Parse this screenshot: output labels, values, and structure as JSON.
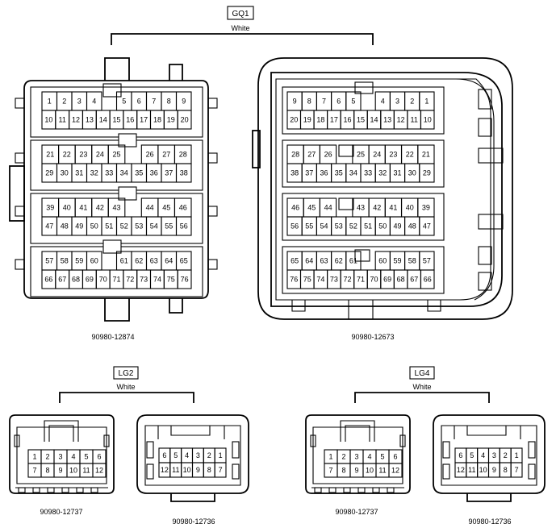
{
  "groups": [
    {
      "id": "GQ1",
      "color": "White"
    },
    {
      "id": "LG2",
      "color": "White"
    },
    {
      "id": "LG4",
      "color": "White"
    }
  ],
  "part_numbers": {
    "gq1_left": "90980-12874",
    "gq1_right": "90980-12673",
    "lg2_left": "90980-12737",
    "lg2_right": "90980-12736",
    "lg4_left": "90980-12737",
    "lg4_right": "90980-12736"
  },
  "gq1_left_rows": [
    [
      "1",
      "2",
      "3",
      "4",
      "",
      "5",
      "6",
      "7",
      "8",
      "9"
    ],
    [
      "10",
      "11",
      "12",
      "13",
      "14",
      "15",
      "16",
      "17",
      "18",
      "19",
      "20"
    ],
    [
      "21",
      "22",
      "23",
      "24",
      "25",
      "",
      "26",
      "27",
      "28"
    ],
    [
      "29",
      "30",
      "31",
      "32",
      "33",
      "34",
      "35",
      "36",
      "37",
      "38"
    ],
    [
      "39",
      "40",
      "41",
      "42",
      "43",
      "",
      "44",
      "45",
      "46"
    ],
    [
      "47",
      "48",
      "49",
      "50",
      "51",
      "52",
      "53",
      "54",
      "55",
      "56"
    ],
    [
      "57",
      "58",
      "59",
      "60",
      "",
      "61",
      "62",
      "63",
      "64",
      "65"
    ],
    [
      "66",
      "67",
      "68",
      "69",
      "70",
      "71",
      "72",
      "73",
      "74",
      "75",
      "76"
    ]
  ],
  "gq1_right_rows": [
    [
      "9",
      "8",
      "7",
      "6",
      "5",
      "",
      "4",
      "3",
      "2",
      "1"
    ],
    [
      "20",
      "19",
      "18",
      "17",
      "16",
      "15",
      "14",
      "13",
      "12",
      "11",
      "10"
    ],
    [
      "28",
      "27",
      "26",
      "",
      "25",
      "24",
      "23",
      "22",
      "21"
    ],
    [
      "38",
      "37",
      "36",
      "35",
      "34",
      "33",
      "32",
      "31",
      "30",
      "29"
    ],
    [
      "46",
      "45",
      "44",
      "",
      "43",
      "42",
      "41",
      "40",
      "39"
    ],
    [
      "56",
      "55",
      "54",
      "53",
      "52",
      "51",
      "50",
      "49",
      "48",
      "47"
    ],
    [
      "65",
      "64",
      "63",
      "62",
      "61",
      "",
      "60",
      "59",
      "58",
      "57"
    ],
    [
      "76",
      "75",
      "74",
      "73",
      "72",
      "71",
      "70",
      "69",
      "68",
      "67",
      "66"
    ]
  ],
  "lg_left_rows": [
    [
      "1",
      "2",
      "3",
      "4",
      "5",
      "6"
    ],
    [
      "7",
      "8",
      "9",
      "10",
      "11",
      "12"
    ]
  ],
  "lg_right_rows": [
    [
      "6",
      "5",
      "4",
      "3",
      "2",
      "1"
    ],
    [
      "12",
      "11",
      "10",
      "9",
      "8",
      "7"
    ]
  ]
}
